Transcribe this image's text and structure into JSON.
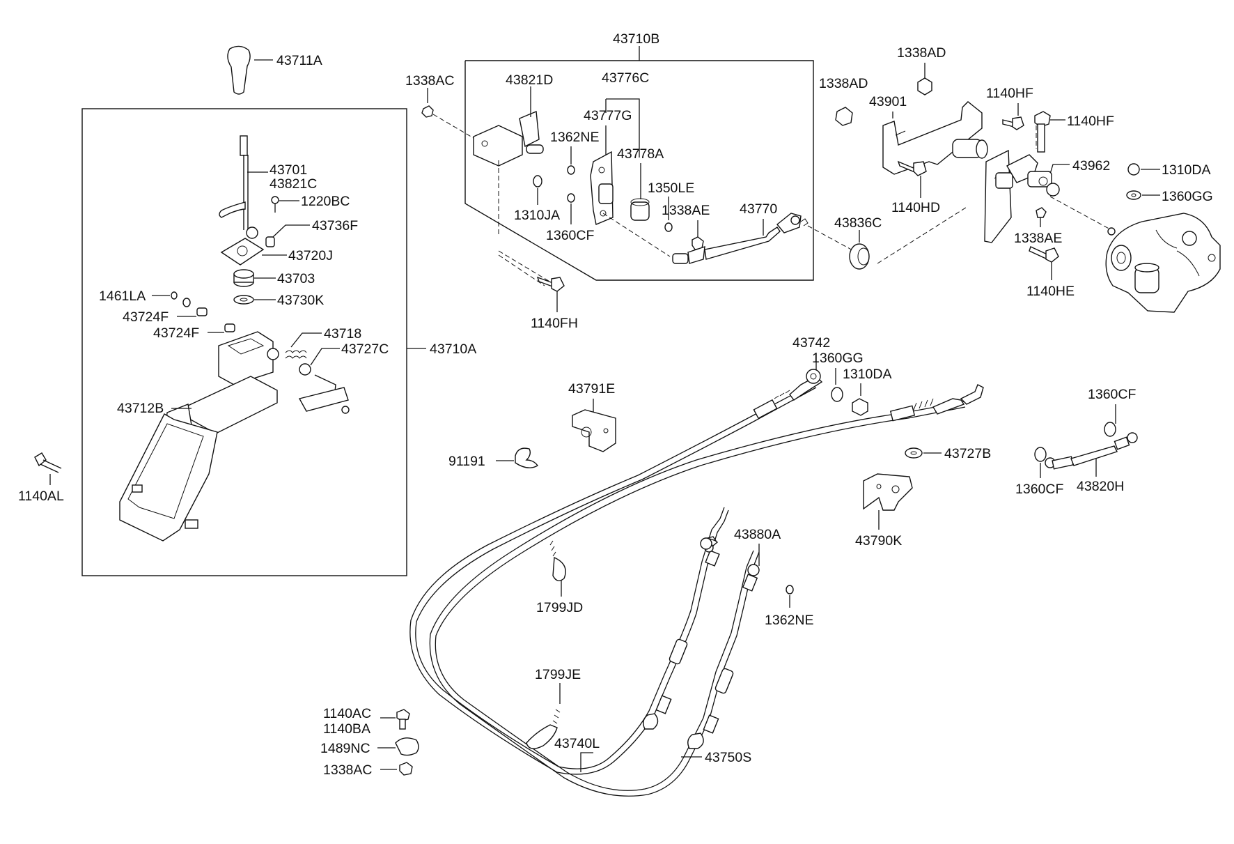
{
  "labels": {
    "p43710B": "43710B",
    "p43711A": "43711A",
    "p1338AC_top": "1338AC",
    "p43821D": "43821D",
    "p43776C": "43776C",
    "p43777G": "43777G",
    "p1362NE_top": "1362NE",
    "p43778A": "43778A",
    "p1350LE": "1350LE",
    "p1338AE_top": "1338AE",
    "p43770": "43770",
    "p1310JA": "1310JA",
    "p1360CF_top": "1360CF",
    "p1140FH": "1140FH",
    "p1338AD_a": "1338AD",
    "p1338AD_b": "1338AD",
    "p43901": "43901",
    "p1140HF_a": "1140HF",
    "p1140HF_b": "1140HF",
    "p43962": "43962",
    "p1310DA_right": "1310DA",
    "p1360GG_right": "1360GG",
    "p1140HD": "1140HD",
    "p43836C": "43836C",
    "p1338AE_right": "1338AE",
    "p1140HE": "1140HE",
    "p43701": "43701",
    "p43821C": "43821C",
    "p1220BC": "1220BC",
    "p43736F": "43736F",
    "p43720J": "43720J",
    "p43703": "43703",
    "p1461LA": "1461LA",
    "p43730K": "43730K",
    "p43724F_a": "43724F",
    "p43724F_b": "43724F",
    "p43718": "43718",
    "p43727C": "43727C",
    "p43710A": "43710A",
    "p43712B": "43712B",
    "p1140AL": "1140AL",
    "p43742": "43742",
    "p1360GG_mid": "1360GG",
    "p1310DA_mid": "1310DA",
    "p43791E": "43791E",
    "p91191": "91191",
    "p43727B": "43727B",
    "p1360CF_r1": "1360CF",
    "p1360CF_r2": "1360CF",
    "p43820H": "43820H",
    "p43790K": "43790K",
    "p43880A": "43880A",
    "p1799JD": "1799JD",
    "p1362NE_mid": "1362NE",
    "p1799JE": "1799JE",
    "p1140AC": "1140AC",
    "p1140BA": "1140BA",
    "p1489NC": "1489NC",
    "p1338AC_bot": "1338AC",
    "p43740L": "43740L",
    "p43750S": "43750S"
  }
}
